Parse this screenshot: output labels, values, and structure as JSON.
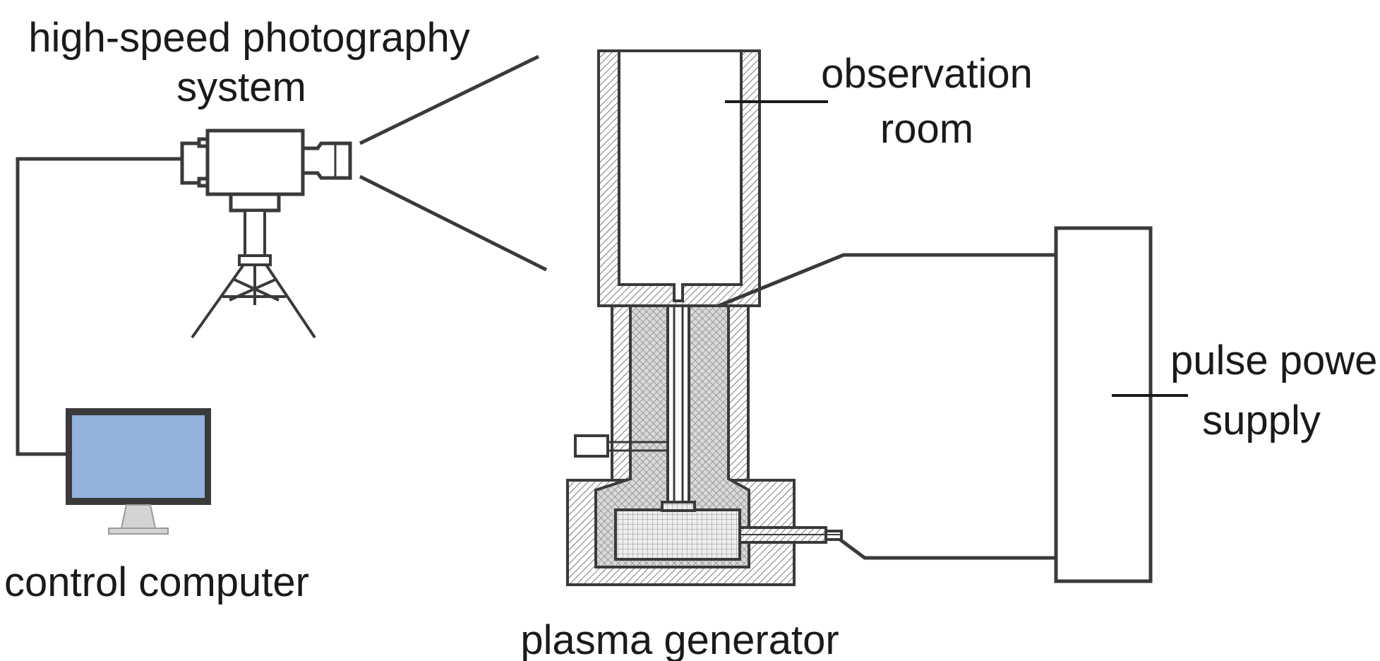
{
  "labels": {
    "camera_line1": "high-speed photography",
    "camera_line2": "system",
    "computer": "control computer",
    "observation_line1": "observation",
    "observation_line2": "room",
    "power_line1": "pulse power",
    "power_line2": "supply",
    "generator": "plasma generator"
  },
  "colors": {
    "stroke": "#3a3a3a",
    "screen": "#93b3dd",
    "monitor_stand": "#d4d4d4",
    "insulator_fill": "#c8c8c8",
    "hatch": "#8a8a8a"
  },
  "icons": [
    "camera-icon",
    "tripod-icon",
    "monitor-icon"
  ]
}
